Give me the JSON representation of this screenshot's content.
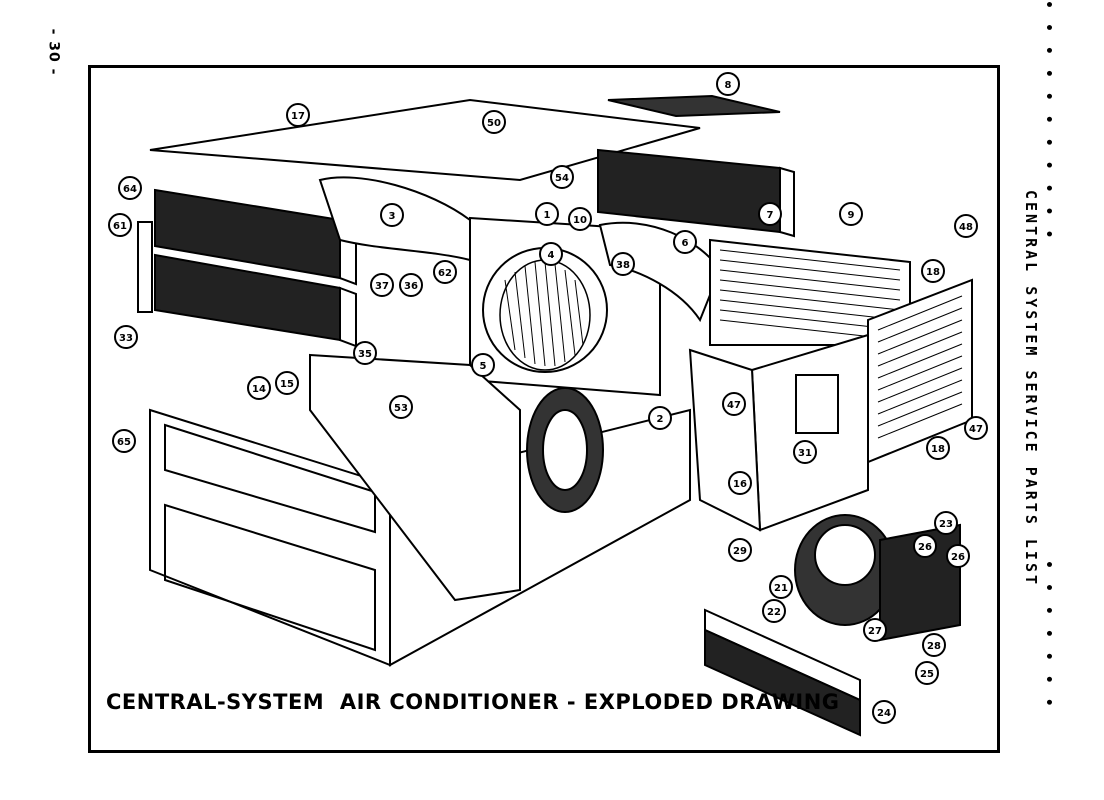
{
  "page_number": "- 30 -",
  "side_title": "CENTRAL SYSTEM SERVICE PARTS LIST",
  "caption": "CENTRAL-SYSTEM  AIR CONDITIONER - EXPLODED DRAWING",
  "callouts": [
    "8",
    "17",
    "50",
    "64",
    "3",
    "61",
    "33",
    "1",
    "10",
    "4",
    "54",
    "37",
    "36",
    "62",
    "38",
    "6",
    "7",
    "9",
    "48",
    "18",
    "35",
    "5",
    "14",
    "15",
    "53",
    "2",
    "47",
    "65",
    "31",
    "16",
    "29",
    "23",
    "26",
    "21",
    "22",
    "27",
    "28",
    "25",
    "24"
  ]
}
